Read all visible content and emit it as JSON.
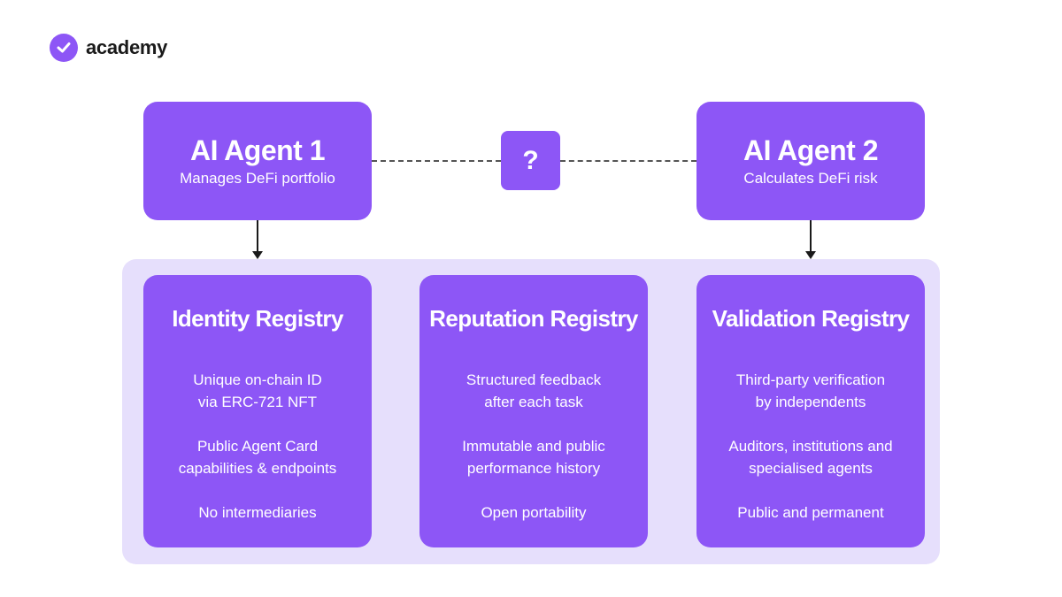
{
  "brand": {
    "name": "academy",
    "icon": "check-icon",
    "color": "#8d56f6"
  },
  "agents": [
    {
      "title": "AI Agent 1",
      "subtitle": "Manages DeFi portfolio"
    },
    {
      "title": "AI Agent 2",
      "subtitle": "Calculates DeFi risk"
    }
  ],
  "connector": {
    "label": "?"
  },
  "registries": [
    {
      "title": "Identity Registry",
      "groups": [
        [
          "Unique on-chain ID",
          "via ERC-721 NFT"
        ],
        [
          "Public Agent Card",
          "capabilities & endpoints"
        ],
        [
          "No intermediaries"
        ]
      ]
    },
    {
      "title": "Reputation Registry",
      "groups": [
        [
          "Structured feedback",
          "after each task"
        ],
        [
          "Immutable and public",
          "performance history"
        ],
        [
          "Open portability"
        ]
      ]
    },
    {
      "title": "Validation Registry",
      "groups": [
        [
          "Third-party verification",
          "by independents"
        ],
        [
          "Auditors, institutions and",
          "specialised agents"
        ],
        [
          "Public and permanent"
        ]
      ]
    }
  ],
  "colors": {
    "card": "#8d56f6",
    "panel": "#e6dffc",
    "text": "#ffffff"
  }
}
